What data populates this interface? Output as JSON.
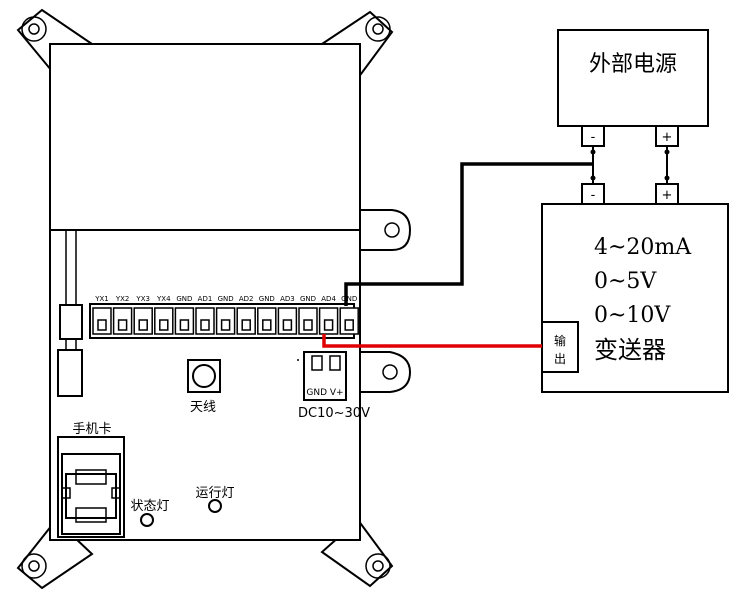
{
  "power_supply": {
    "title": "外部电源",
    "neg_label": "-",
    "pos_label": "+"
  },
  "transmitter": {
    "neg_label": "-",
    "pos_label": "+",
    "lines": [
      "4~20mA",
      "0~5V",
      "0~10V",
      "变送器"
    ],
    "output_label": "输出"
  },
  "device": {
    "terminals": [
      "YX1",
      "YX2",
      "YX3",
      "YX4",
      "GND",
      "AD1",
      "GND",
      "AD2",
      "GND",
      "AD3",
      "GND",
      "AD4",
      "GND"
    ],
    "power_port_label": "GND V+",
    "power_port_caption": "DC10~30V",
    "antenna_label": "天线",
    "sim_card_label": "手机卡",
    "status_led_label": "状态灯",
    "run_led_label": "运行灯"
  },
  "wire_colors": {
    "black": "#000000",
    "red": "#e00000"
  }
}
